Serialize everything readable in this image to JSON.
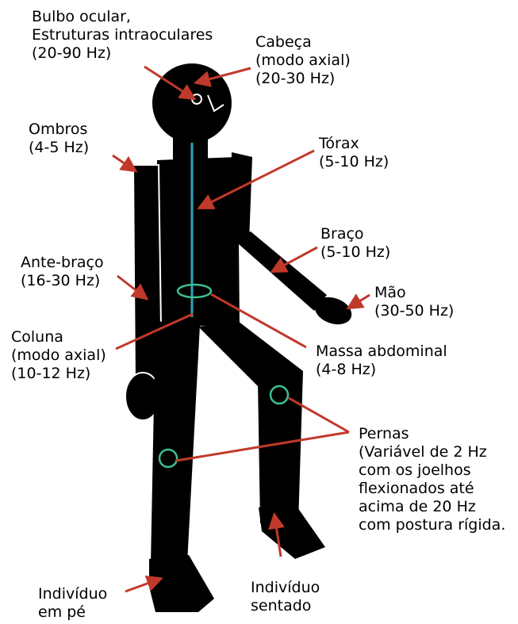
{
  "colors": {
    "figure": "#000000",
    "outline": "#ffffff",
    "spine": "#2aa7b8",
    "ring": "#3cc08f",
    "arrow": "#c0392b"
  },
  "labels": {
    "eye": {
      "lines": [
        "Bulbo ocular,",
        "Estruturas intraoculares",
        "(20-90 Hz)"
      ]
    },
    "head": {
      "lines": [
        "Cabeça",
        "(modo axial)",
        "(20-30 Hz)"
      ]
    },
    "shoulders": {
      "lines": [
        "Ombros",
        "(4-5 Hz)"
      ]
    },
    "thorax": {
      "lines": [
        "Tórax",
        "(5-10 Hz)"
      ]
    },
    "arm": {
      "lines": [
        "Braço",
        "(5-10 Hz)"
      ]
    },
    "forearm": {
      "lines": [
        "Ante-braço",
        "(16-30 Hz)"
      ]
    },
    "hand": {
      "lines": [
        "Mão",
        "(30-50 Hz)"
      ]
    },
    "spine": {
      "lines": [
        "Coluna",
        "(modo axial)",
        "(10-12 Hz)"
      ]
    },
    "abdomen": {
      "lines": [
        "Massa abdominal",
        "(4-8 Hz)"
      ]
    },
    "legs": {
      "lines": [
        "Pernas",
        "(Variável de 2 Hz",
        "com os joelhos",
        "flexionados até",
        "acima de 20 Hz",
        "com postura rígida."
      ]
    },
    "standing": {
      "lines": [
        "Indivíduo",
        "em pé"
      ]
    },
    "seated": {
      "lines": [
        "Indivíduo",
        "sentado"
      ]
    }
  }
}
